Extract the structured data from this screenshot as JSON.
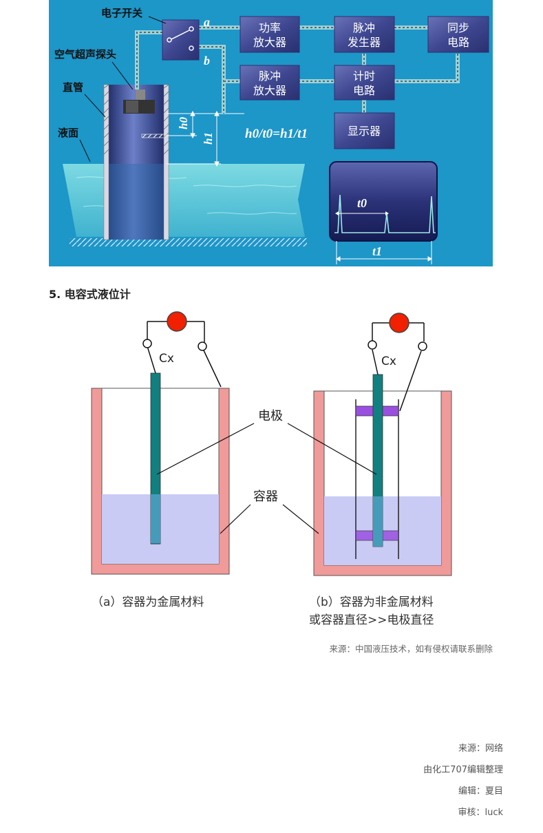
{
  "ultrasonic": {
    "switch_label": "电子开关",
    "probe_label": "空气超声探头",
    "pipe_label": "直管",
    "surface_label": "液面",
    "port_a": "a",
    "port_b": "b",
    "boxes": {
      "power_amp": [
        "功率",
        "放大器"
      ],
      "pulse_gen": [
        "脉冲",
        "发生器"
      ],
      "sync": [
        "同步",
        "电路"
      ],
      "pulse_amp": [
        "脉冲",
        "放大器"
      ],
      "timer": [
        "计时",
        "电路"
      ],
      "display": "显示器"
    },
    "h0": "h0",
    "h1": "h1",
    "formula": "h0/t0=h1/t1",
    "t0": "t0",
    "t1": "t1"
  },
  "section_heading": "5. 电容式液位计",
  "capacitive": {
    "cx_a": "Cx",
    "cx_b": "Cx",
    "electrode_label": "电极",
    "container_label": "容器",
    "caption_a": "（a）容器为金属材料",
    "caption_b_line1": "（b）容器为非金属材料",
    "caption_b_line2": "或容器直径>>电极直径"
  },
  "source_note": "来源：中国液压技术，如有侵权请联系删除",
  "credits": {
    "source": "来源：网络",
    "compiled": "由化工707编辑整理",
    "editor": "编辑：夏目",
    "reviewer": "审核：luck"
  },
  "colors": {
    "blue_bg": "#1D96C8",
    "box_fill": "#434C94",
    "water": "#6FD0D8",
    "container_red": "#F09A9A",
    "liquid": "#C9CBF5",
    "electrode": "#118080",
    "insulator": "#9A4FE0",
    "meter_red": "#F02000"
  }
}
